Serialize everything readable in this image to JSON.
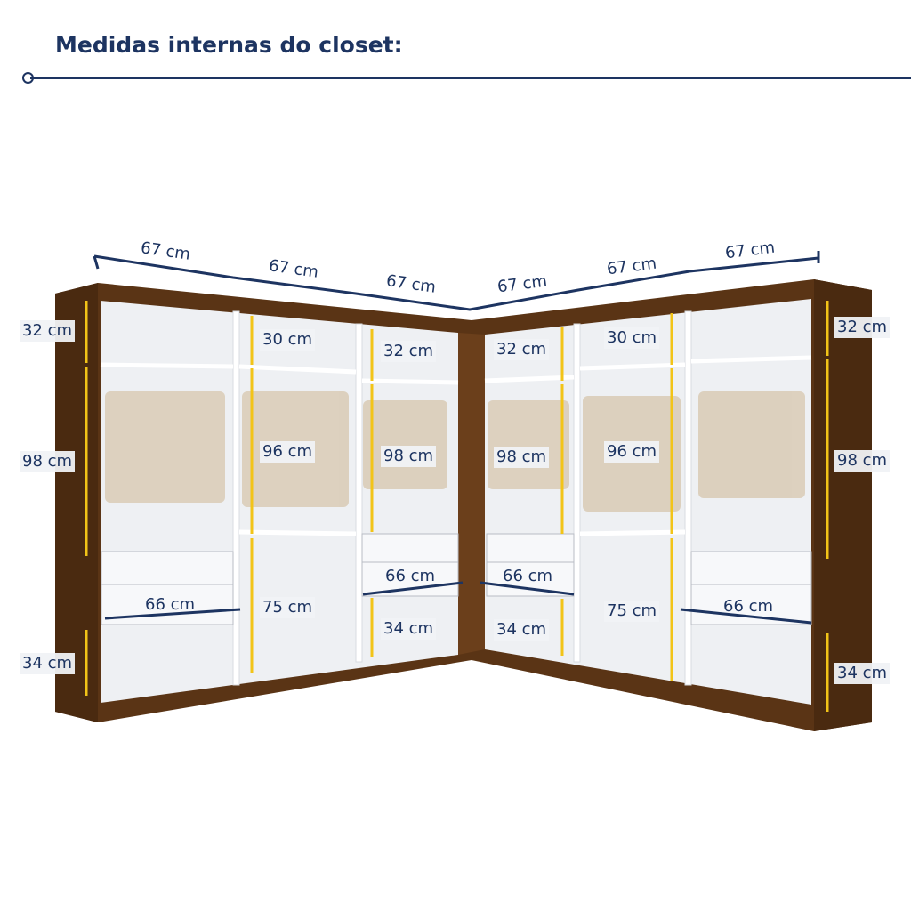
{
  "header": {
    "title": "Medidas internas do closet:"
  },
  "colors": {
    "accent": "#1d3461",
    "measure": "#f2c418",
    "wood": "#5a3415",
    "panel": "#f3f4f6"
  },
  "dimensions": {
    "top_widths": [
      "67 cm",
      "67 cm",
      "67 cm",
      "67 cm",
      "67 cm",
      "67 cm"
    ],
    "left_module": {
      "top": "32 cm",
      "middle": "98 cm",
      "bottom": "34 cm",
      "drawer_width": "66 cm"
    },
    "left_center_module": {
      "top": "30 cm",
      "middle": "96 cm",
      "bottom": "75 cm"
    },
    "left_inner_module": {
      "top": "32 cm",
      "middle": "98 cm",
      "bottom": "34 cm",
      "drawer_width": "66 cm"
    },
    "right_inner_module": {
      "top": "32 cm",
      "middle": "98 cm",
      "bottom": "34 cm",
      "drawer_width": "66 cm"
    },
    "right_center_module": {
      "top": "30 cm",
      "middle": "96 cm",
      "bottom": "75 cm"
    },
    "right_module": {
      "top": "32 cm",
      "middle": "98 cm",
      "bottom": "34 cm",
      "drawer_width": "66 cm"
    }
  }
}
